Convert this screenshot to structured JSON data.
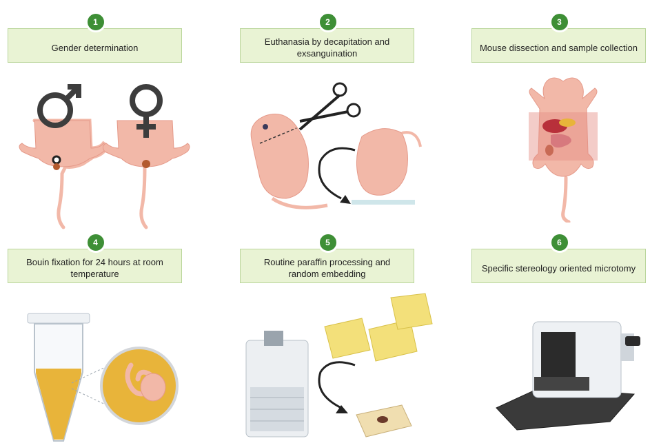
{
  "steps": [
    {
      "number": "1",
      "label": "Gender determination"
    },
    {
      "number": "2",
      "label": "Euthanasia by decapitation and exsanguination"
    },
    {
      "number": "3",
      "label": "Mouse dissection and sample collection"
    },
    {
      "number": "4",
      "label": "Bouin fixation for 24 hours at room temperature"
    },
    {
      "number": "5",
      "label": "Routine paraffin processing and random embedding"
    },
    {
      "number": "6",
      "label": "Specific stereology oriented microtomy"
    }
  ],
  "colors": {
    "badge": "#3e8f36",
    "box_fill": "#e9f3d4",
    "box_border": "#b9d59a",
    "mouse_skin": "#f2b8a8",
    "organ_tint": "#e58f86",
    "fixative": "#e8b43a",
    "cassette": "#f3e07a"
  },
  "icons": [
    "male-symbol-icon",
    "female-symbol-icon",
    "scissors-icon",
    "rotate-arrow-icon",
    "tube-icon",
    "magnifier-icon",
    "tissue-processor-icon",
    "cassette-icon",
    "paraffin-block-icon",
    "microtome-icon"
  ]
}
